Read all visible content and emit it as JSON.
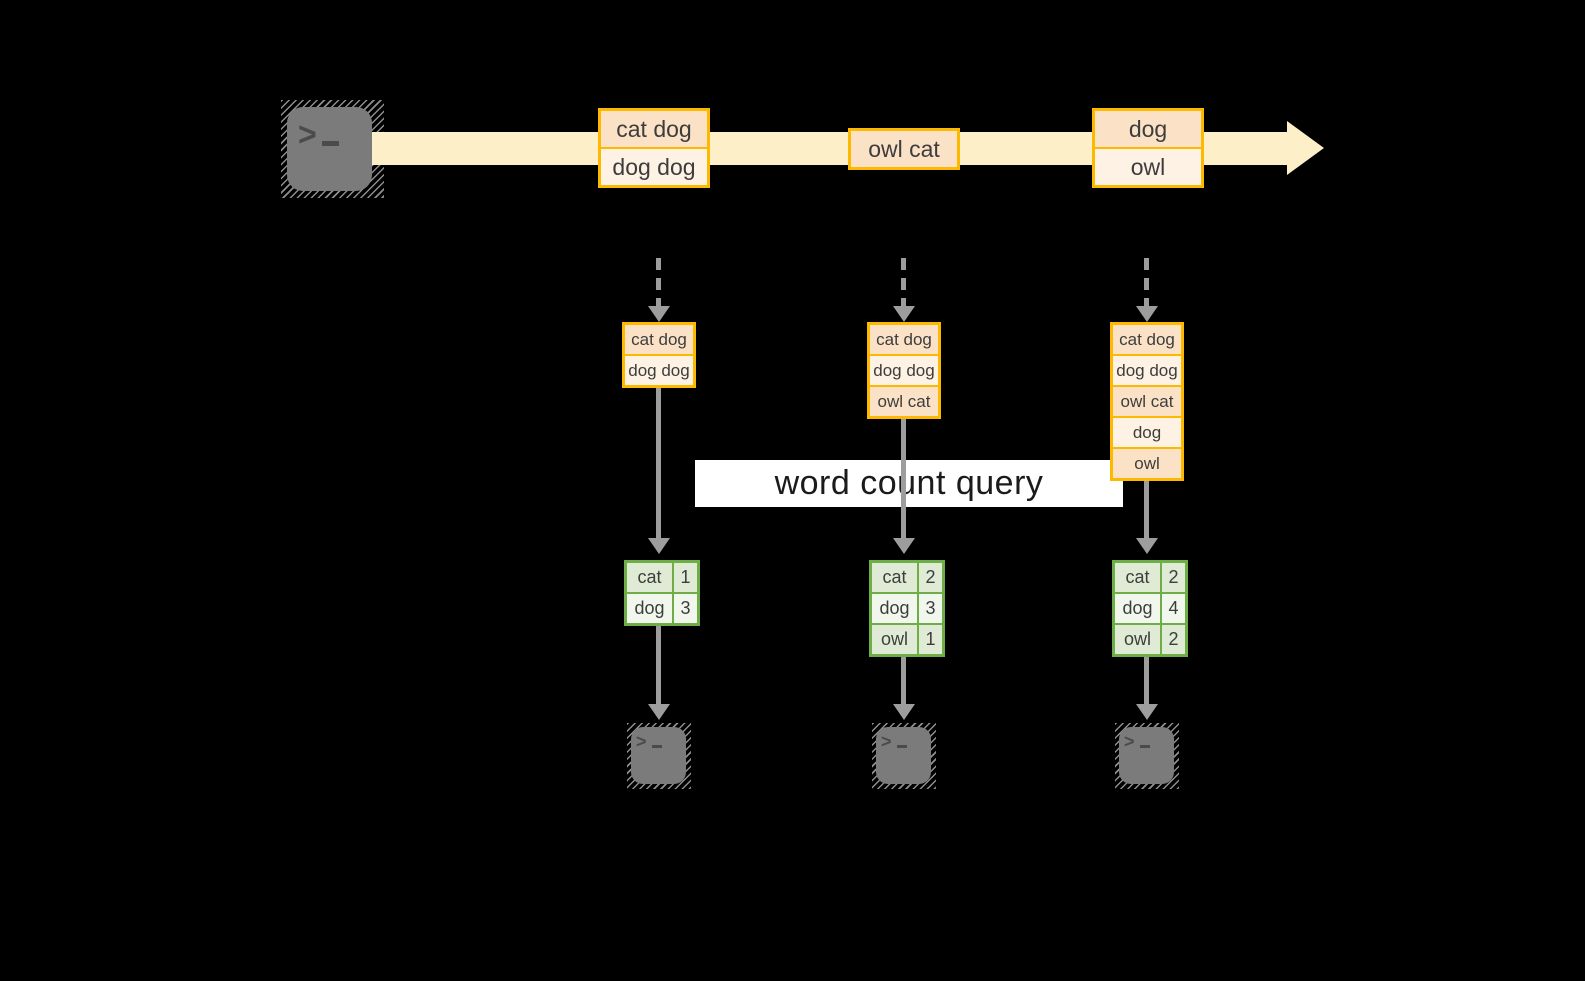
{
  "query": {
    "label": "word count query"
  },
  "stream": {
    "source_icon": "terminal-icon",
    "events": [
      {
        "lines": [
          "cat dog",
          "dog dog"
        ]
      },
      {
        "lines": [
          "owl cat"
        ]
      },
      {
        "lines": [
          "dog",
          "owl"
        ]
      }
    ]
  },
  "columns": [
    {
      "buffer": [
        "cat dog",
        "dog dog"
      ],
      "counts": [
        {
          "word": "cat",
          "count": "1"
        },
        {
          "word": "dog",
          "count": "3"
        }
      ],
      "sink_icon": "terminal-icon"
    },
    {
      "buffer": [
        "cat dog",
        "dog dog",
        "owl cat"
      ],
      "counts": [
        {
          "word": "cat",
          "count": "2"
        },
        {
          "word": "dog",
          "count": "3"
        },
        {
          "word": "owl",
          "count": "1"
        }
      ],
      "sink_icon": "terminal-icon"
    },
    {
      "buffer": [
        "cat dog",
        "dog dog",
        "owl cat",
        "dog",
        "owl"
      ],
      "counts": [
        {
          "word": "cat",
          "count": "2"
        },
        {
          "word": "dog",
          "count": "4"
        },
        {
          "word": "owl",
          "count": "2"
        }
      ],
      "sink_icon": "terminal-icon"
    }
  ],
  "colors": {
    "background": "#000000",
    "stream_band": "#fdf0c9",
    "event_border": "#fcb900",
    "event_fill_dark": "#fbe2c6",
    "event_fill_light": "#fdf2e3",
    "table_border": "#6fad46",
    "table_fill_dark": "#dfebd5",
    "table_fill_light": "#f1f7ed",
    "arrow_gray": "#9d9d9d",
    "terminal_gray": "#7b7b7b",
    "banner_bg": "#ffffff",
    "text": "#3d3d3d"
  }
}
